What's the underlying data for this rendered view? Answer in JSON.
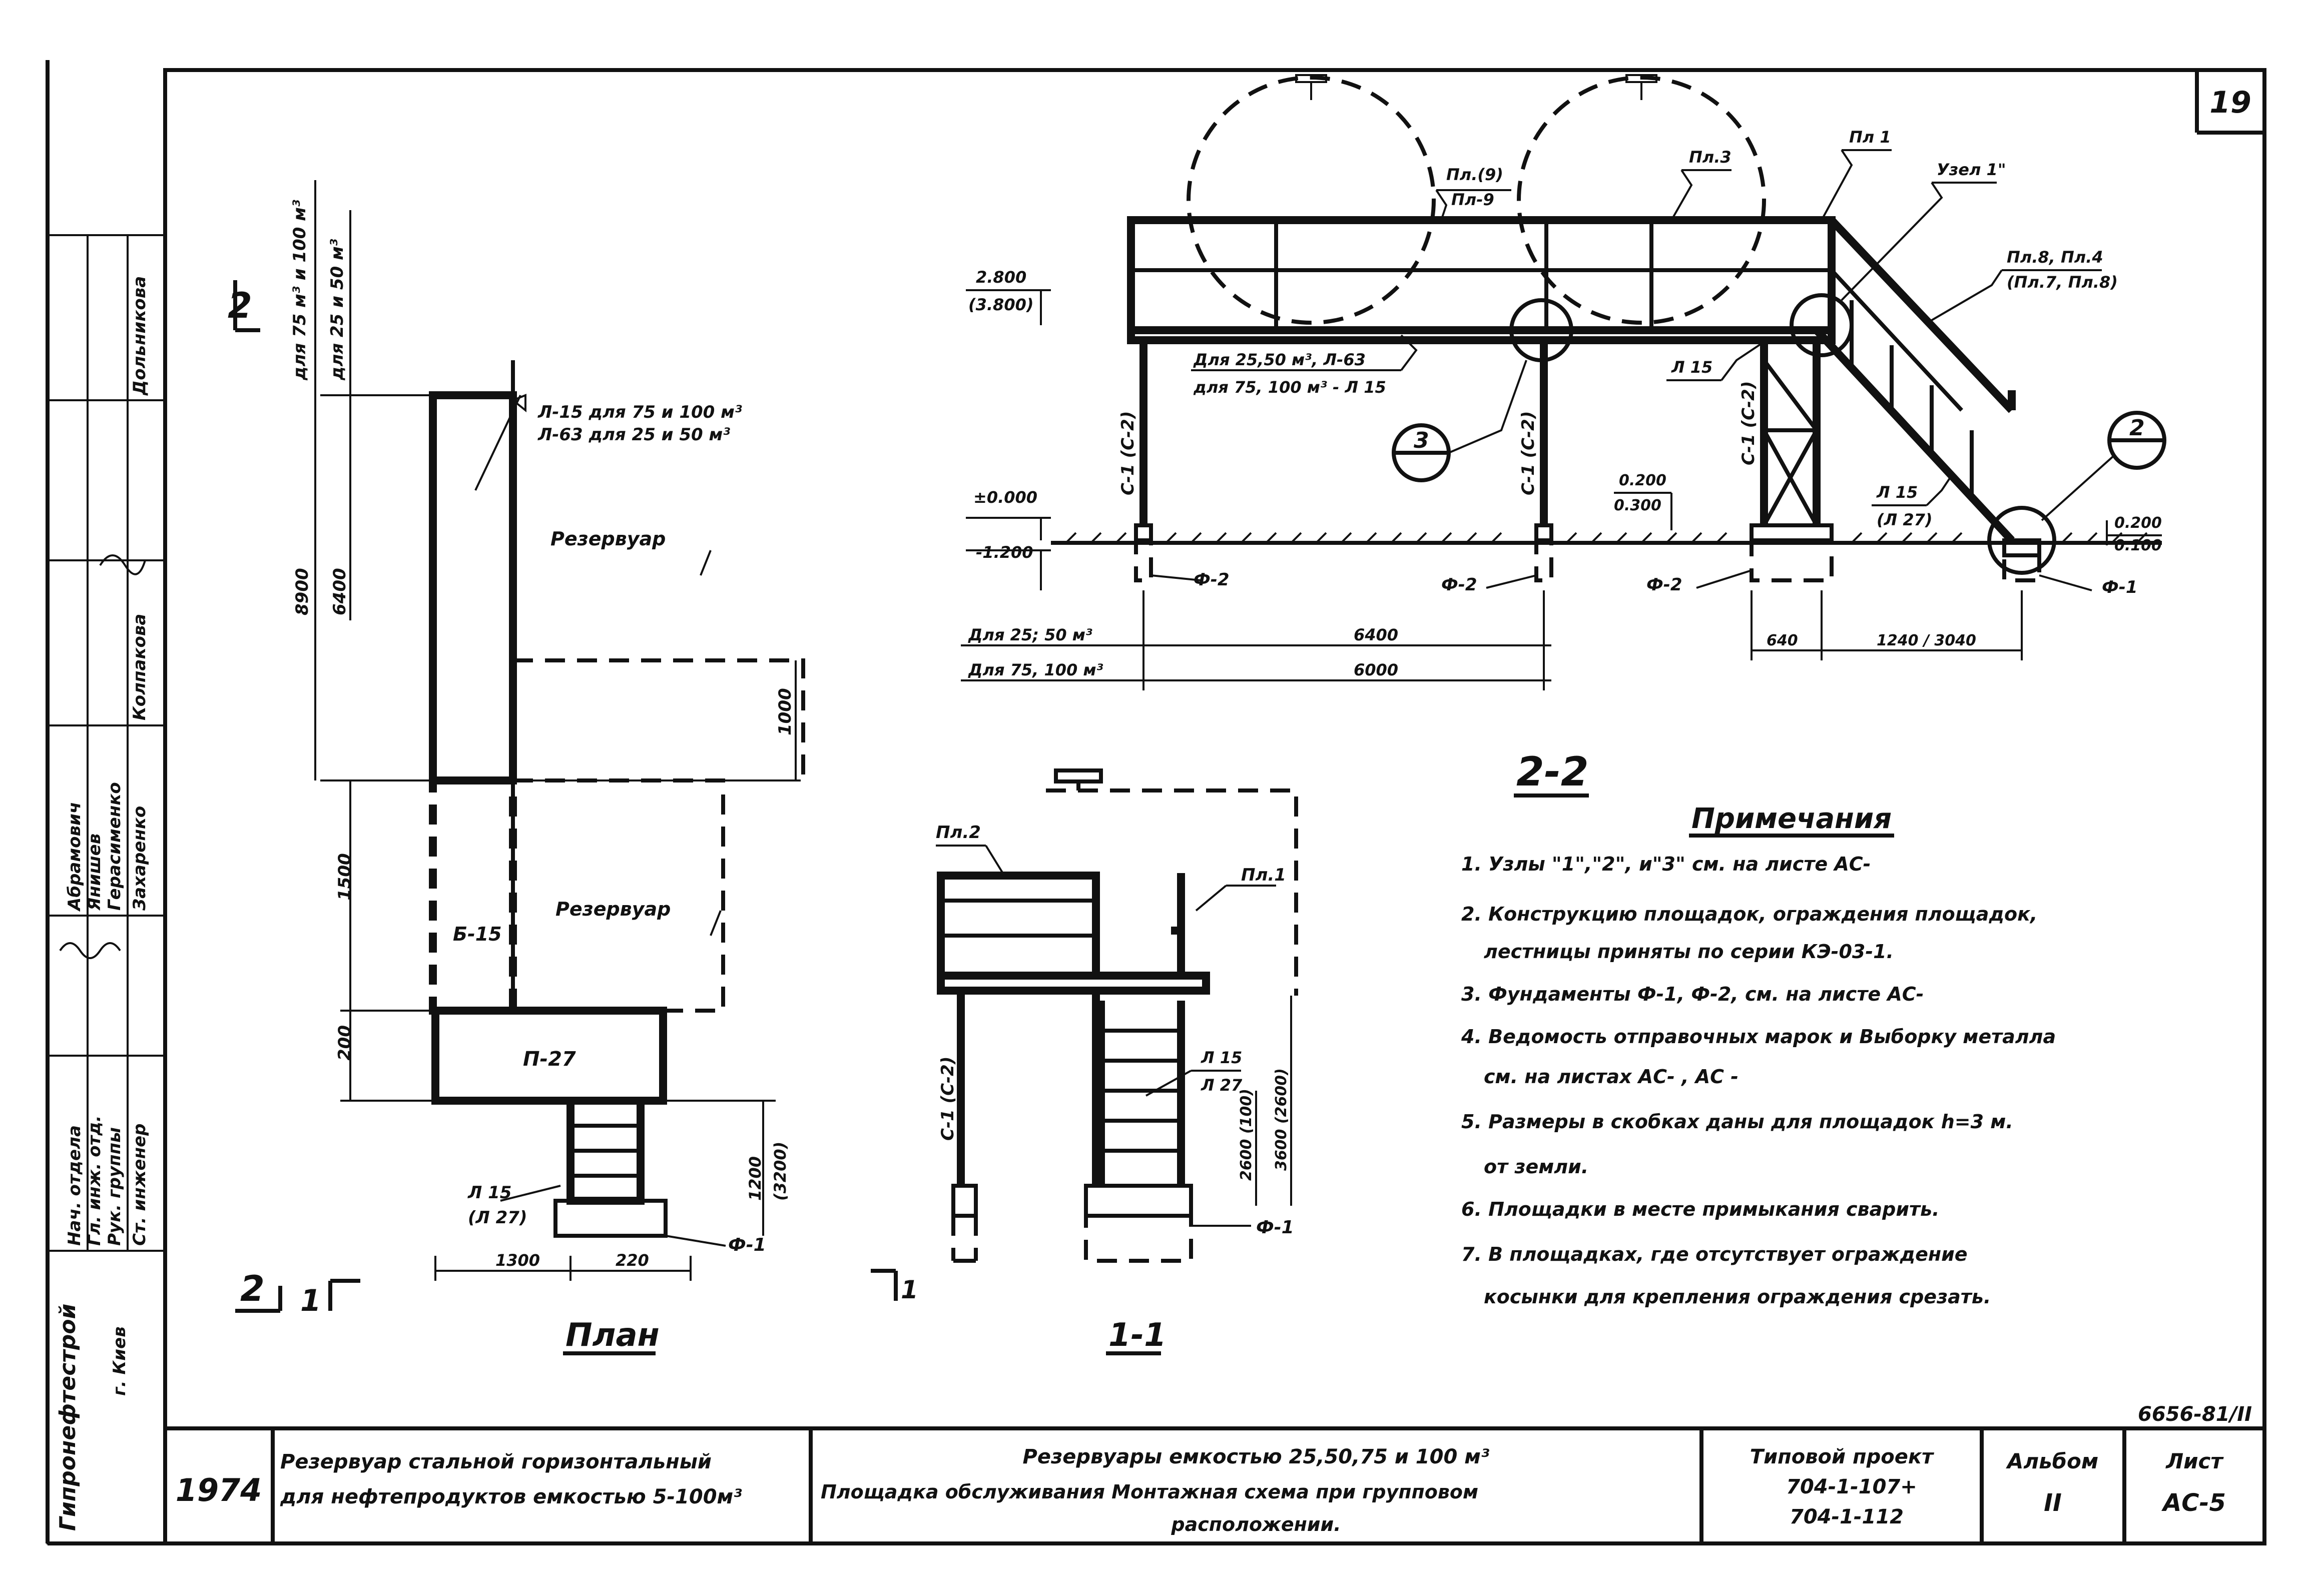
{
  "sheet": {
    "sheet_number": "19",
    "drawing_code": "6656-81/II"
  },
  "titleblock": {
    "year": "1974",
    "object_line1": "Резервуар стальной горизонтальный",
    "object_line2": "для нефтепродуктов емкостью 5-100м³",
    "title_line1": "Резервуары емкостью 25,50,75 и 100 м³",
    "title_line2": "Площадка обслуживания Монтажная схема при групповом",
    "title_line3": "расположении.",
    "project_label": "Типовой проект",
    "project_number1": "704-1-107+",
    "project_number2": "704-1-112",
    "album_label": "Альбом",
    "album_value": "II",
    "sheet_label": "Лист",
    "sheet_value": "АС-5"
  },
  "side_stamp": {
    "org": "Гипронефтестрой",
    "city": "г. Киев",
    "roles": [
      "Нач. отдела",
      "Гл. инж. отд.",
      "Рук. группы",
      "Ст. инженер"
    ],
    "names": [
      "Абрамович",
      "Янишев",
      "Герасименко",
      "Захаренко",
      "Колпакова",
      "Дольникова"
    ]
  },
  "plan": {
    "title": "План",
    "section_mark": "2",
    "section_mark_num": "1",
    "section_mark_top": "2",
    "tank_label": "Резервуар",
    "tank_label2": "Резервуар",
    "label_b15": "Б-15",
    "label_p27": "П-27",
    "label_l15": "Л 15",
    "label_l27": "(Л 27)",
    "label_f1": "Ф-1",
    "note_top1": "Л-15 для 75 и 100 м³",
    "note_top2": "Л-63 для 25 и 50 м³",
    "dim_8900": "8900",
    "dim_6400": "6400",
    "dim_1000": "1000",
    "dim_1500": "1500",
    "dim_200": "200",
    "dim_1200": "1200",
    "dim_3200": "(3200)",
    "dim_1300": "1300",
    "dim_220": "220",
    "dim_top1": "для 75 м³ и 100 м³",
    "dim_top2": "для 25 и 50 м³"
  },
  "section11": {
    "title": "1-1",
    "label_pl2": "Пл.2",
    "label_pl1": "Пл.1",
    "label_l15": "Л 15",
    "label_l27": "Л 27",
    "label_c1": "С-1 (С-2)",
    "label_f1": "Ф-1",
    "dim_3600": "3600 (2600)",
    "dim_2600": "2600 (100)",
    "section_mark": "1"
  },
  "section22": {
    "title": "2-2",
    "label_pl1": "Пл 1",
    "label_pl3": "Пл.3",
    "label_pl9": "Пл.(9)",
    "label_plb": "Пл-9",
    "label_uzel1": "Узел 1\"",
    "label_pl8": "Пл.8, Пл.4",
    "label_pl7": "(Пл.7, Пл.8)",
    "label_l15": "Л 15",
    "label_l15b": "Л 15",
    "label_l27": "(Л 27)",
    "label_c1a": "С-1 (С-2)",
    "label_c1b": "С-1 (С-2)",
    "label_c1c": "С-1 (С-2)",
    "label_f2a": "Ф-2",
    "label_f2b": "Ф-2",
    "label_f2c": "Ф-2",
    "label_f1": "Ф-1",
    "label_node3": "3",
    "label_node2": "2",
    "note_mid1": "Для 25,50 м³, Л-63",
    "note_mid2": "для 75, 100 м³ - Л 15",
    "elev_2800": "2.800",
    "elev_3800": "(3.800)",
    "elev_0000": "±0.000",
    "elev_1200": "-1.200",
    "elev_0200": "0.200",
    "elev_0300": "0.300",
    "elev_0200b": "0.200",
    "elev_0100": "0.100",
    "dim_row1_label": "Для 25; 50 м³",
    "dim_row2_label": "Для 75, 100 м³",
    "dim_6400": "6400",
    "dim_6000": "6000",
    "dim_640": "640",
    "dim_1240": "1240 / 3040"
  },
  "notes": {
    "heading": "Примечания",
    "items": [
      "1. Узлы \"1\",\"2\", и\"3\" см. на листе АС-",
      "2. Конструкцию площадок, ограждения площадок,",
      "лестницы приняты по серии КЭ-03-1.",
      "3. Фундаменты Ф-1, Ф-2, см. на листе АС-",
      "4. Ведомость отправочных марок и Выборку металла",
      "см. на листах АС- , АС -",
      "5. Размеры в скобках даны для площадок h=3 м.",
      "от земли.",
      "6. Площадки в месте примыкания сварить.",
      "7. В площадках, где отсутствует ограждение",
      "косынки для крепления ограждения срезать."
    ]
  }
}
